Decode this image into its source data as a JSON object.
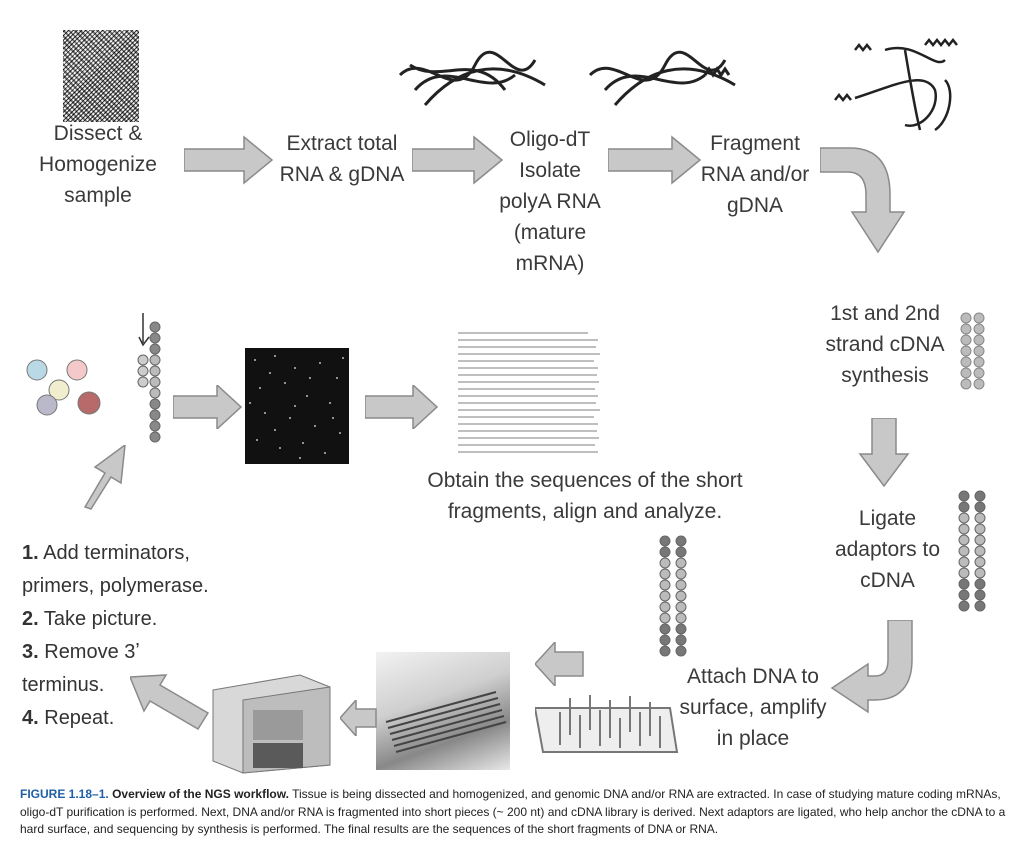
{
  "steps": {
    "dissect": "Dissect &\nHomogenize\nsample",
    "extract": "Extract total\nRNA & gDNA",
    "oligo": "Oligo-dT\nIsolate\npolyA RNA\n(mature\nmRNA)",
    "fragment": "Fragment\nRNA and/or\ngDNA",
    "cdna": "1st and 2nd\nstrand cDNA\nsynthesis",
    "ligate": "Ligate\nadaptors to\ncDNA",
    "attach": "Attach DNA to\nsurface, amplify\nin place",
    "obtain": "Obtain the sequences of the short\nfragments, align and analyze."
  },
  "sequencing_steps": [
    {
      "num": "1.",
      "text": " Add terminators,"
    },
    {
      "num": "",
      "text": "primers,  polymerase."
    },
    {
      "num": "2.",
      "text": " Take picture."
    },
    {
      "num": "3.",
      "text": " Remove  3ʼ"
    },
    {
      "num": "",
      "text": "terminus."
    },
    {
      "num": "4.",
      "text": " Repeat."
    }
  ],
  "caption": {
    "figure": "FIGURE 1.18–1.",
    "title": "Overview of the NGS workflow.",
    "body": "Tissue is being dissected and homogenized, and genomic DNA and/or RNA are extracted. In case of studying mature coding mRNAs, oligo-dT purification is performed. Next, DNA and/or RNA is fragmented into short pieces (~ 200 nt) and cDNA library is derived. Next adaptors are ligated, who help anchor the cDNA to a hard surface, and sequencing by synthesis is performed. The final results are the sequences of the short fragments of DNA or RNA."
  },
  "colors": {
    "arrow_fill": "#c8c8c8",
    "arrow_stroke": "#8a8a8a",
    "caption_fig": "#1f5fa8"
  }
}
